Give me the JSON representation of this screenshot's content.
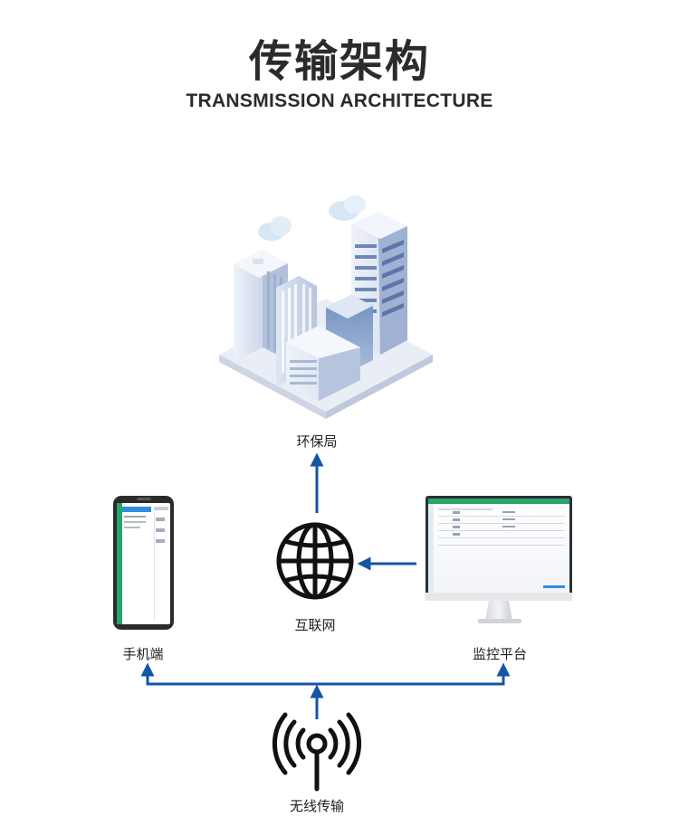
{
  "header": {
    "title": "传输架构",
    "subtitle": "TRANSMISSION ARCHITECTURE"
  },
  "nodes": {
    "epb": {
      "label": "环保局",
      "icon": "city-buildings-icon"
    },
    "internet": {
      "label": "互联网",
      "icon": "globe-icon"
    },
    "mobile": {
      "label": "手机端",
      "icon": "smartphone-icon"
    },
    "platform": {
      "label": "监控平台",
      "icon": "monitor-icon"
    },
    "wireless": {
      "label": "无线传输",
      "icon": "wireless-antenna-icon"
    }
  },
  "colors": {
    "arrow": "#1455a6",
    "title": "#2b2b2b",
    "building": "#c9d3e6",
    "accent_green": "#2aa56a"
  }
}
